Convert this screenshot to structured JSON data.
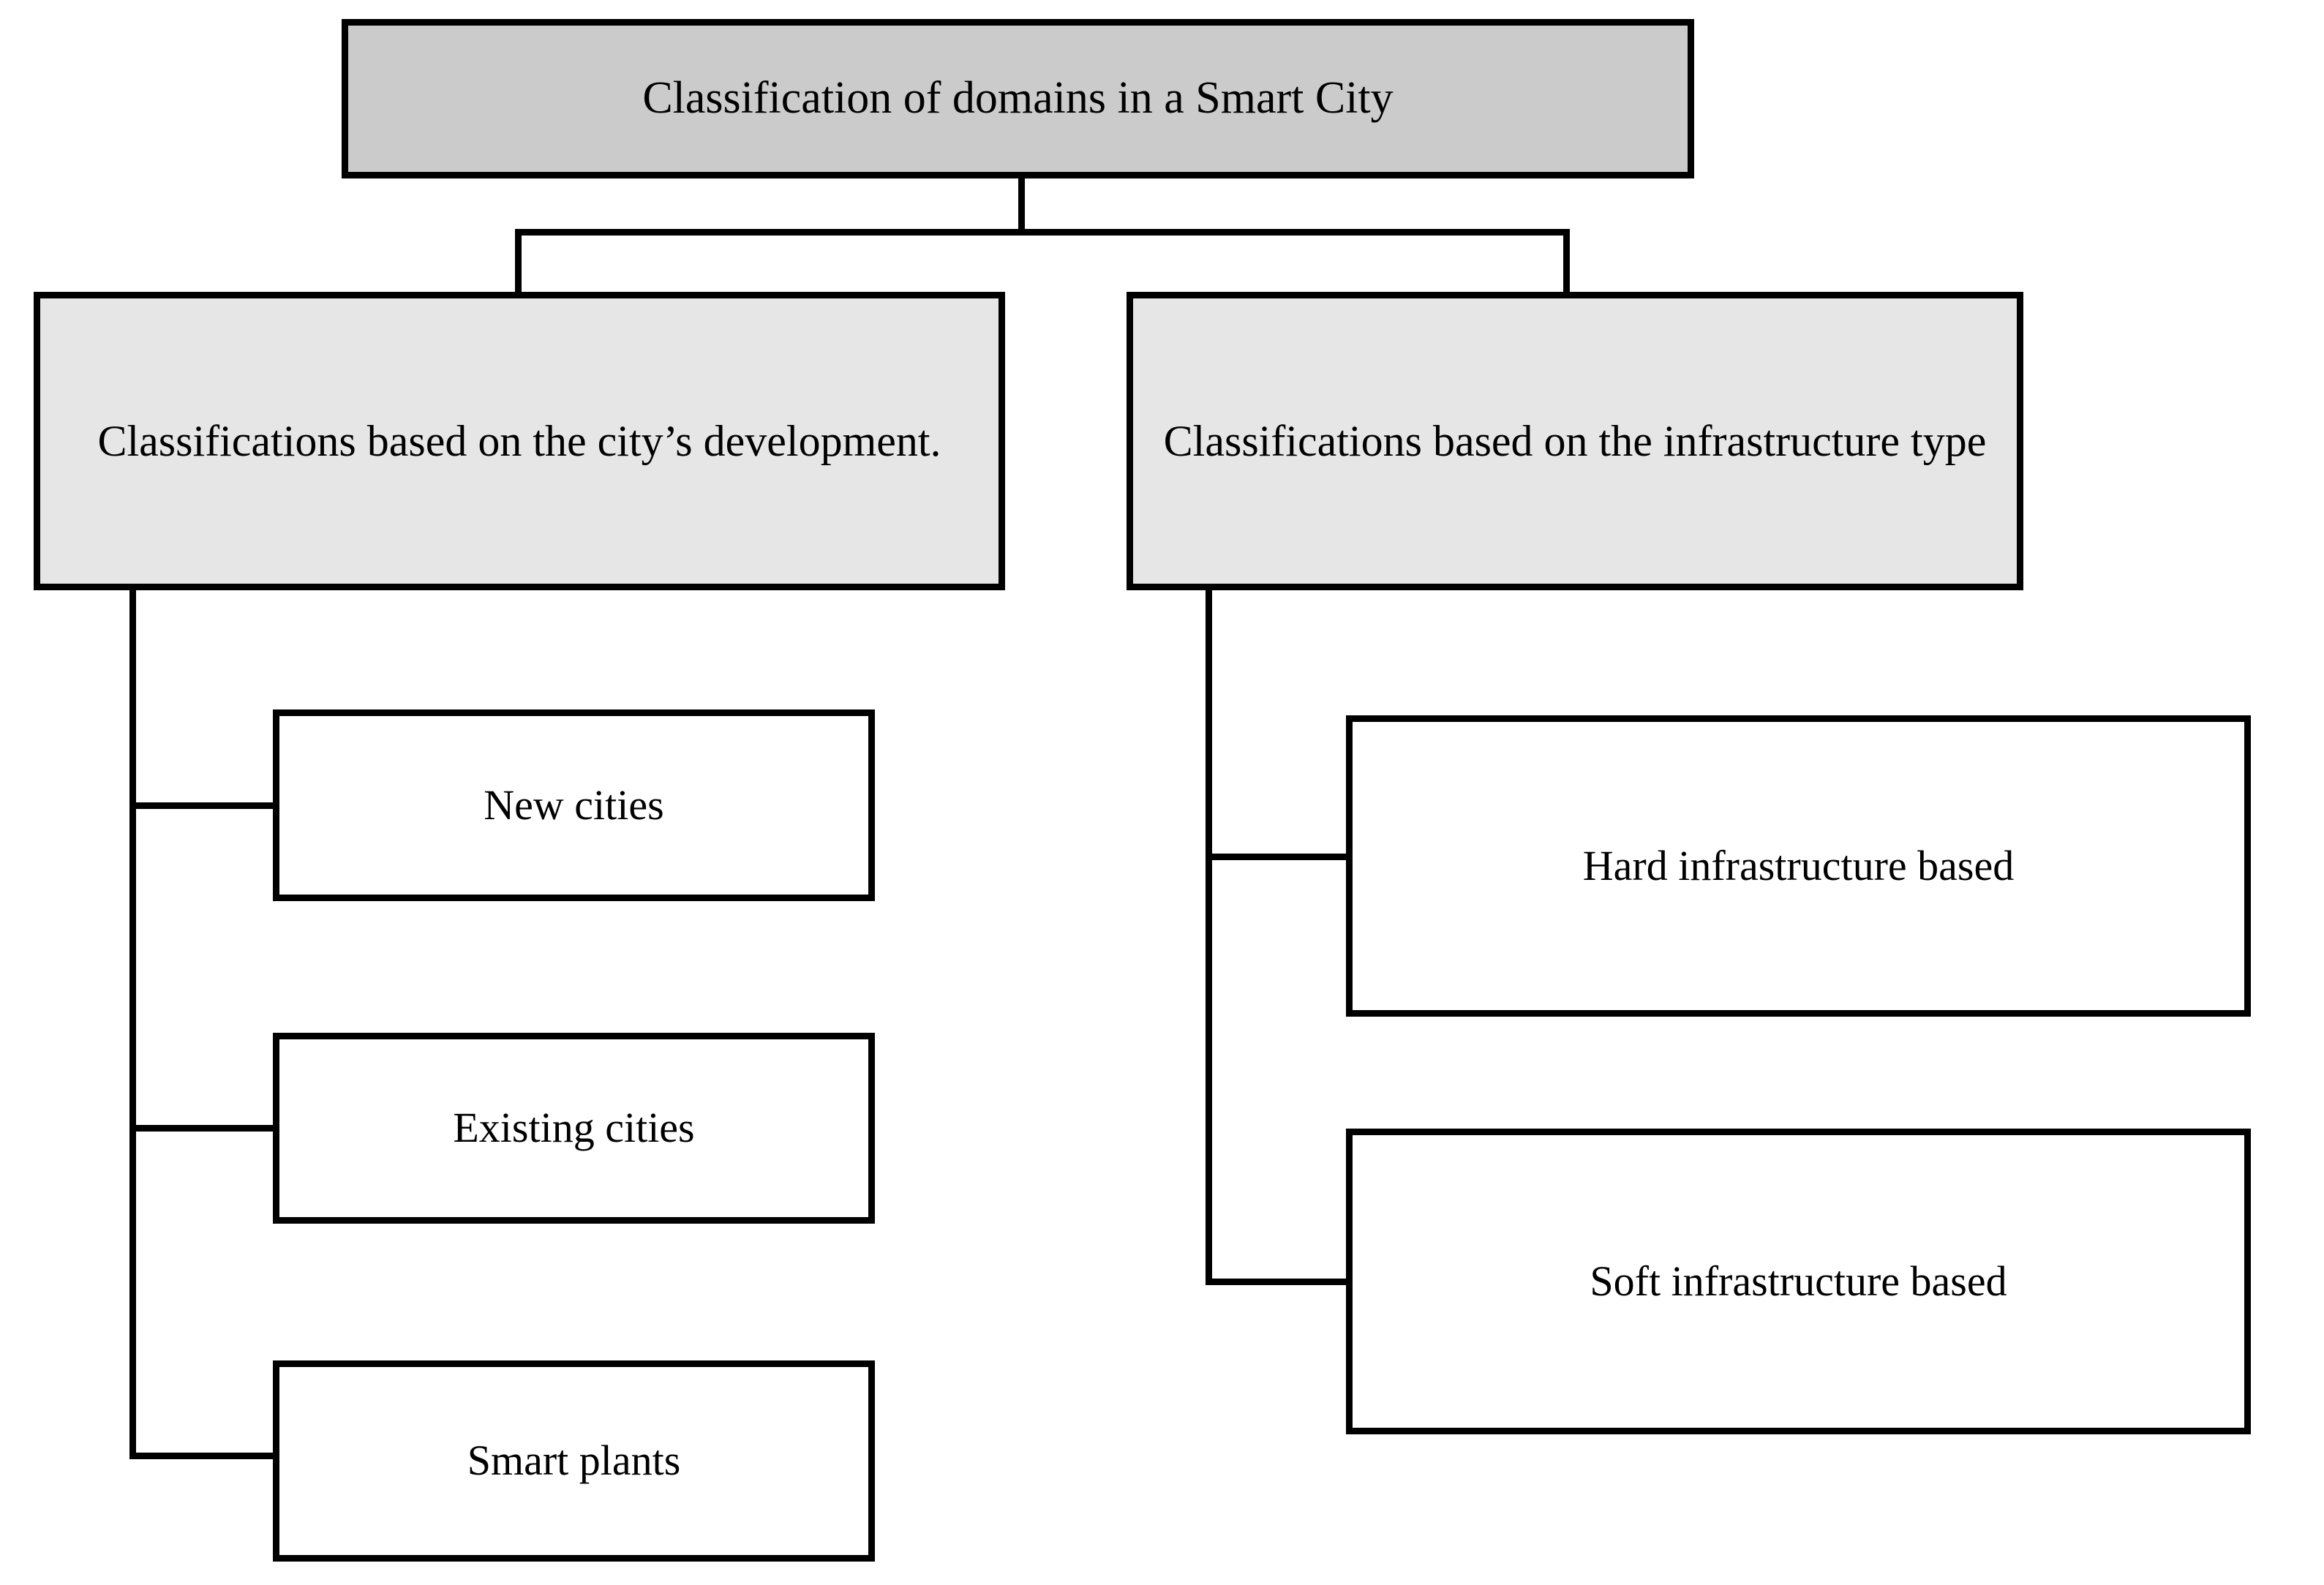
{
  "diagram": {
    "title": "Classification of domains in a Smart City",
    "root": {
      "label": "Classification of domains in a Smart City",
      "fill": "#cbcbcb"
    },
    "branches": [
      {
        "label": "Classifications based on the city’s development.",
        "fill": "#e6e6e6",
        "children": [
          {
            "label": "New cities",
            "fill": "#ffffff"
          },
          {
            "label": "Existing cities",
            "fill": "#ffffff"
          },
          {
            "label": "Smart plants",
            "fill": "#ffffff"
          }
        ]
      },
      {
        "label": "Classifications based on the infrastructure type",
        "fill": "#e6e6e6",
        "children": [
          {
            "label": "Hard infrastructure based",
            "fill": "#ffffff"
          },
          {
            "label": "Soft infrastructure based",
            "fill": "#ffffff"
          }
        ]
      }
    ],
    "colors": {
      "line": "#000000",
      "text": "#000000",
      "background": "#ffffff",
      "root_fill": "#cbcbcb",
      "branch_fill": "#e6e6e6",
      "leaf_fill": "#ffffff"
    }
  }
}
